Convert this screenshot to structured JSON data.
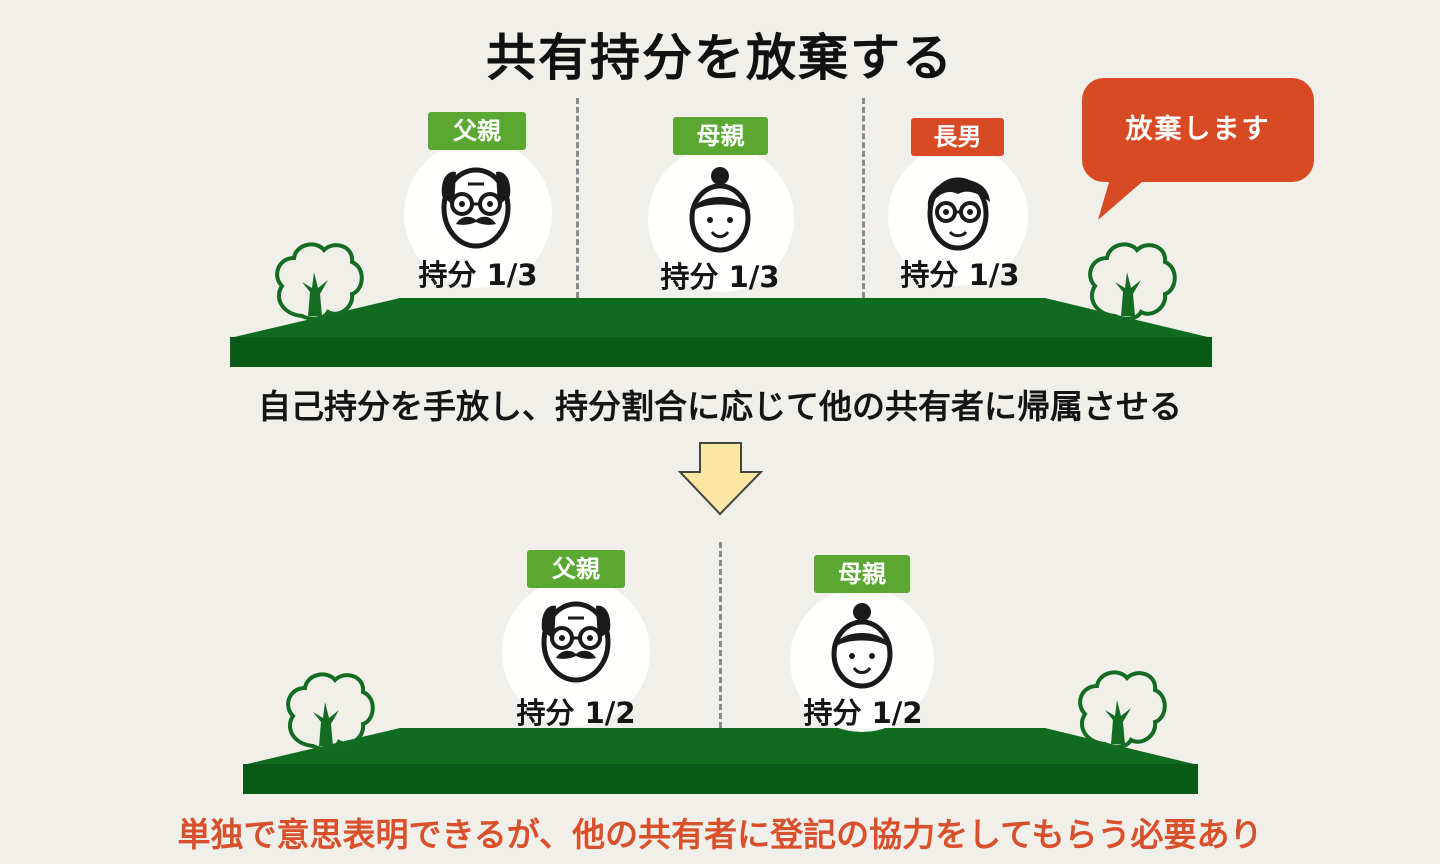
{
  "title": "共有持分を放棄する",
  "before": {
    "people": [
      {
        "role": "父親",
        "badge_color": "#5aa832",
        "face": "father",
        "share_label": "持分 1/3",
        "share": "1/3"
      },
      {
        "role": "母親",
        "badge_color": "#5aa832",
        "face": "mother",
        "share_label": "持分 1/3",
        "share": "1/3"
      },
      {
        "role": "長男",
        "badge_color": "#d84a24",
        "face": "son",
        "share_label": "持分 1/3",
        "share": "1/3"
      }
    ],
    "speech_bubble": "放棄します",
    "caption": "自己持分を手放し、持分割合に応じて他の共有者に帰属させる"
  },
  "after": {
    "people": [
      {
        "role": "父親",
        "badge_color": "#5aa832",
        "face": "father",
        "share_label": "持分 1/2",
        "share": "1/2"
      },
      {
        "role": "母親",
        "badge_color": "#5aa832",
        "face": "mother",
        "share_label": "持分 1/2",
        "share": "1/2"
      }
    ],
    "caption": "単独で意思表明できるが、他の共有者に登記の協力をしてもらう必要あり"
  },
  "icons": {
    "arrow": "down-arrow-icon",
    "tree": "tree-icon",
    "land": "land-icon"
  },
  "colors": {
    "background": "#f0efe9",
    "land_top": "#0f6b1e",
    "land_front": "#0a5a17",
    "tree": "#146b22",
    "badge_green": "#5aa832",
    "accent_red": "#d84a24",
    "arrow_fill": "#fbe7a2"
  }
}
